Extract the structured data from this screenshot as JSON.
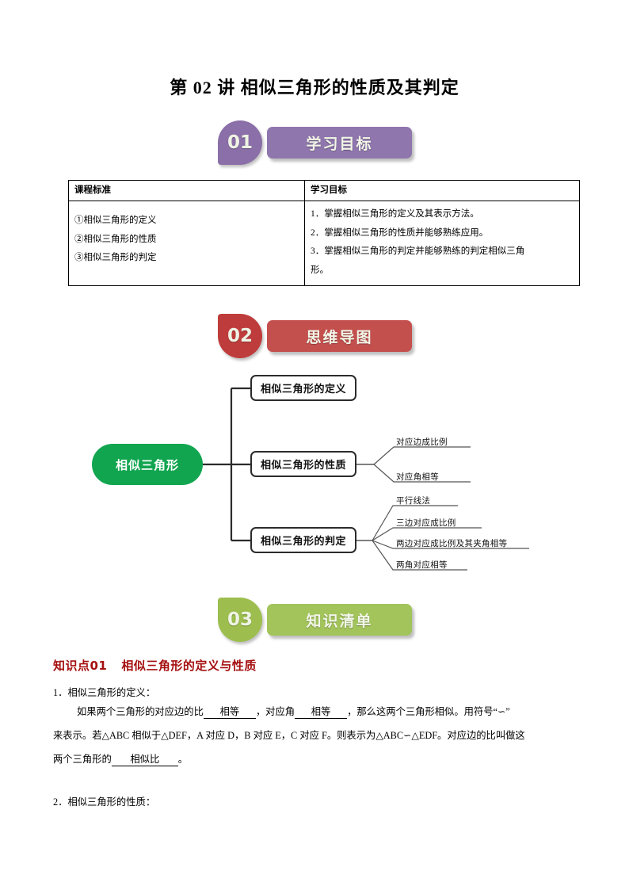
{
  "document": {
    "title": "第 02 讲 相似三角形的性质及其判定"
  },
  "sections": [
    {
      "number": "01",
      "label": "学习目标",
      "color_circle": "#8b6fa8",
      "color_pill": "#8f76ad",
      "notch": "bottom-left"
    },
    {
      "number": "02",
      "label": "思维导图",
      "color_circle": "#bf3c3c",
      "color_pill": "#c4504e",
      "notch": "top-left"
    },
    {
      "number": "03",
      "label": "知识清单",
      "color_circle": "#9dbe4e",
      "color_pill": "#a2c45a",
      "notch": "top-left"
    }
  ],
  "objectives_table": {
    "headers": [
      "课程标准",
      "学习目标"
    ],
    "left_items": [
      "①相似三角形的定义",
      "②相似三角形的性质",
      "③相似三角形的判定"
    ],
    "right_items": [
      "1．掌握相似三角形的定义及其表示方法。",
      "2．掌握相似三角形的性质并能够熟练应用。",
      "3．掌握相似三角形的判定并能够熟练的判定相似三角",
      "形。"
    ]
  },
  "mindmap": {
    "root": "相似三角形",
    "root_color": "#12a550",
    "branches": [
      {
        "label": "相似三角形的定义",
        "children": []
      },
      {
        "label": "相似三角形的性质",
        "children": [
          "对应边成比例",
          "对应角相等"
        ]
      },
      {
        "label": "相似三角形的判定",
        "children": [
          "平行线法",
          "三边对应成比例",
          "两边对应成比例及其夹角相等",
          "两角对应相等"
        ]
      }
    ]
  },
  "knowledge_point": {
    "number": "知识点01",
    "title": "相似三角形的定义与性质",
    "color": "#a50f0f",
    "item1_heading": "1．相似三角形的定义：",
    "item1_line1_a": "如果两个三角形的对应边的比",
    "item1_line1_blank1": "相等",
    "item1_line1_b": "，对应角",
    "item1_line1_blank2": "相等",
    "item1_line1_c": "，那么这两个三角形相似。用符号“∽”",
    "item1_line2": "来表示。若△ABC 相似于△DEF，A 对应 D，B 对应 E，C 对应 F。则表示为△ABC∽△EDF。对应边的比叫做这",
    "item1_line3_a": "两个三角形的",
    "item1_line3_blank": "相似比",
    "item1_line3_b": "。",
    "item2_heading": "2．相似三角形的性质："
  }
}
